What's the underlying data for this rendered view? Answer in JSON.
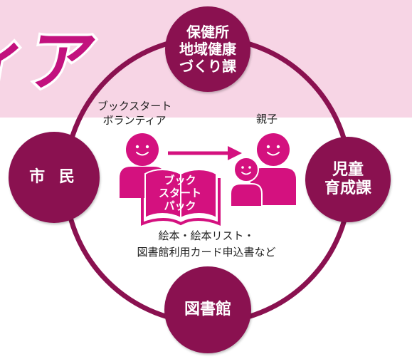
{
  "header": {
    "title_fragment": "ィア"
  },
  "colors": {
    "band": "#f7d5e5",
    "node": "#8a1150",
    "figure": "#d4117f",
    "ring": "#8a1150"
  },
  "nodes": {
    "top": "保健所\n地域健康\nづくり課",
    "left": "市 民",
    "right": "児童\n育成課",
    "bottom": "図書館"
  },
  "labels": {
    "volunteer": "ブックスタート\nボランティア",
    "parent_child": "親子",
    "pack": "ブック\nスタート\nパック",
    "items": "絵本・絵本リスト・\n図書館利用カード申込書など"
  }
}
